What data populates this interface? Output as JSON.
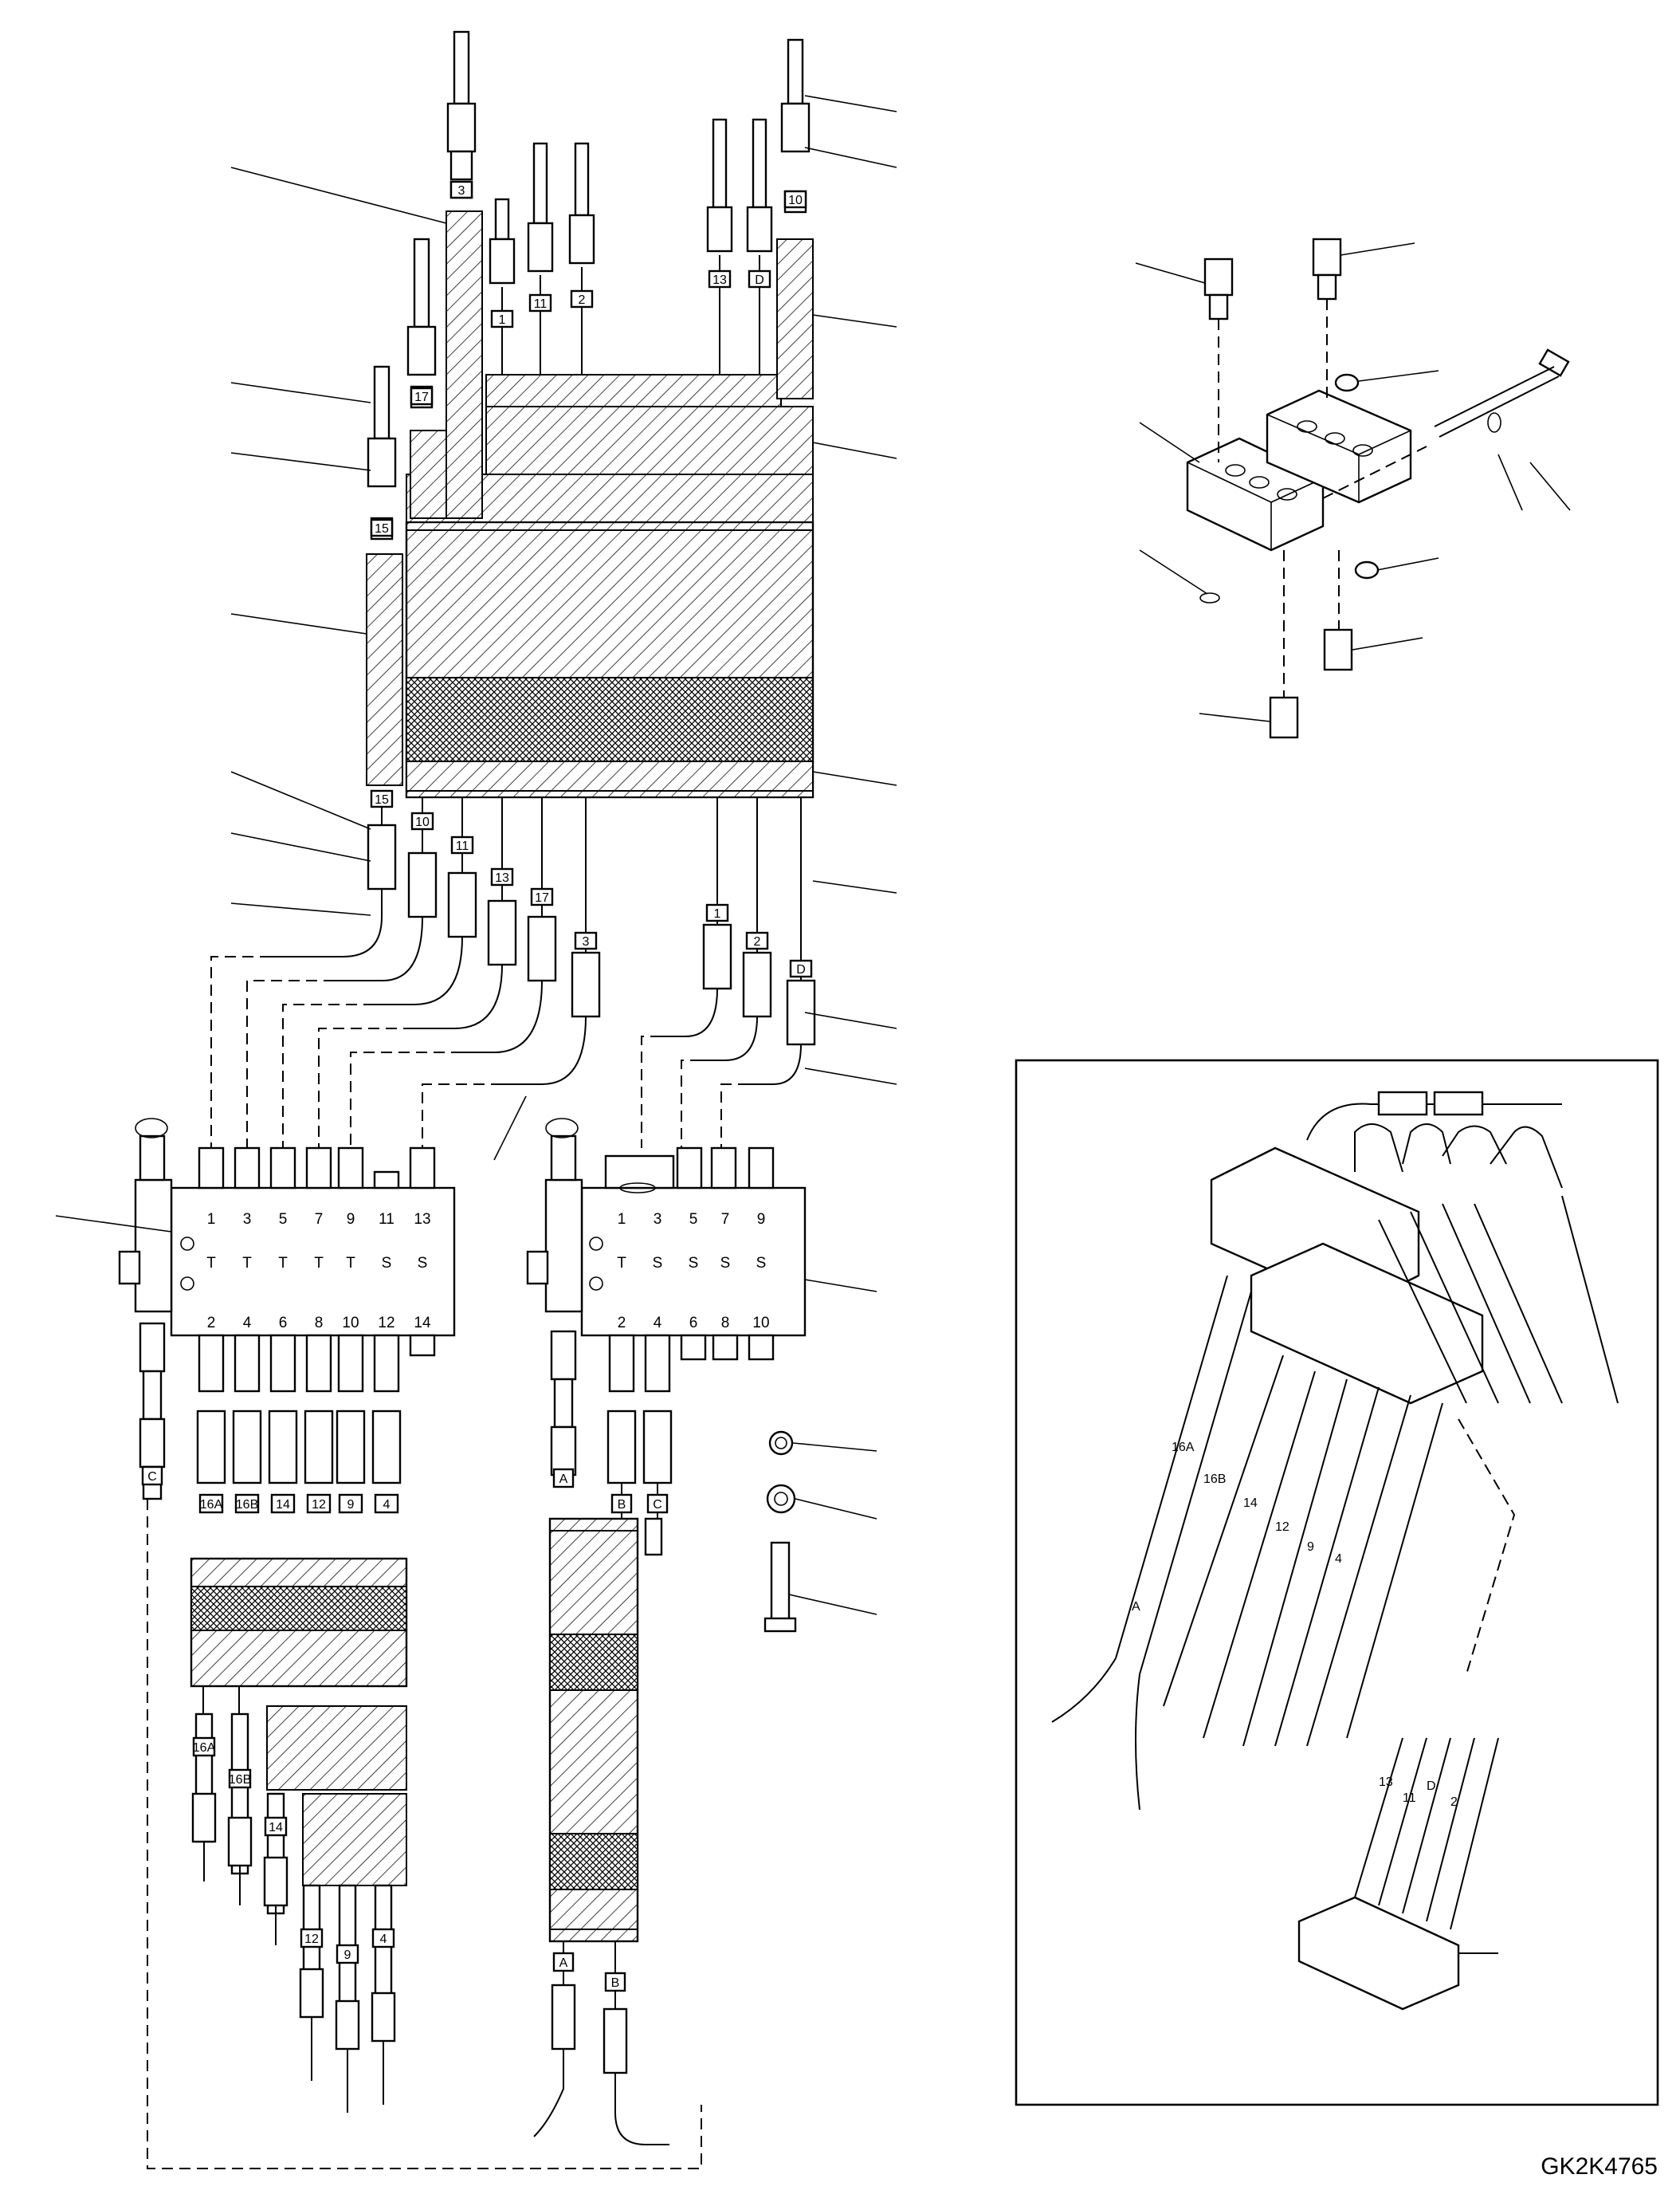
{
  "diagram_code": "GK2K4765",
  "left_valve": {
    "top_ports": [
      "1",
      "3",
      "5",
      "7",
      "9",
      "11",
      "13"
    ],
    "mid_ports": [
      "T",
      "T",
      "T",
      "T",
      "T",
      "S",
      "S"
    ],
    "bottom_ports": [
      "2",
      "4",
      "6",
      "8",
      "10",
      "12",
      "14"
    ]
  },
  "right_valve": {
    "top_ports": [
      "1",
      "3",
      "5",
      "7",
      "9"
    ],
    "mid_ports": [
      "T",
      "S",
      "S",
      "S",
      "S"
    ],
    "bottom_ports": [
      "2",
      "4",
      "6",
      "8",
      "10"
    ]
  },
  "upper_tags_top": [
    "3",
    "1",
    "11",
    "2",
    "13",
    "D",
    "10",
    "17",
    "15"
  ],
  "upper_tags_bottom": [
    "15",
    "10",
    "11",
    "13",
    "17",
    "3",
    "1",
    "2",
    "D"
  ],
  "lower_left_tags": [
    "C",
    "16A",
    "16B",
    "14",
    "12",
    "9",
    "4"
  ],
  "lower_left_bundle_tags": [
    "16A",
    "16B",
    "14",
    "12",
    "9",
    "4"
  ],
  "lower_right_tags": [
    "A",
    "B",
    "C"
  ],
  "lower_right_bundle_tags": [
    "A",
    "B"
  ],
  "inset_tags": [
    "13",
    "11",
    "D",
    "2",
    "16A",
    "16B",
    "14",
    "12",
    "9",
    "4",
    "A"
  ]
}
